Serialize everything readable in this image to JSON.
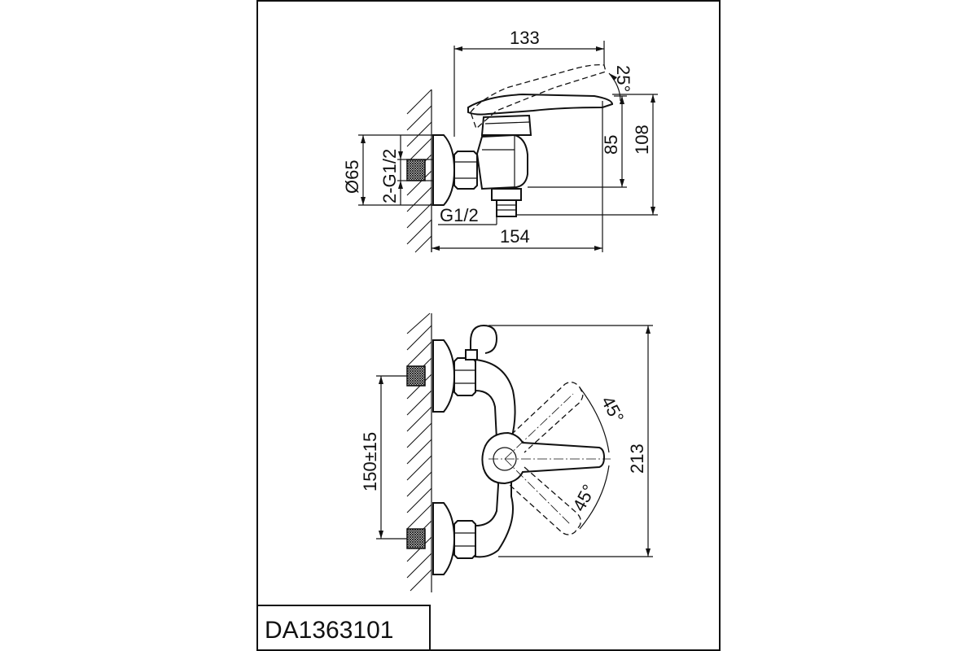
{
  "drawing": {
    "model_code": "DA1363101"
  },
  "side_view": {
    "dim_length_top": "133",
    "dim_length_bottom": "154",
    "dim_height_inner": "85",
    "dim_height_outer": "108",
    "dim_handle_angle": "25°",
    "dim_escutcheon_dia": "Ø65",
    "dim_inlet_thread": "2-G1/2",
    "dim_outlet_thread": "G1/2"
  },
  "front_view": {
    "dim_inlet_spacing": "150±15",
    "dim_total_height": "213",
    "dim_angle_upper": "45°",
    "dim_angle_lower": "45°"
  }
}
